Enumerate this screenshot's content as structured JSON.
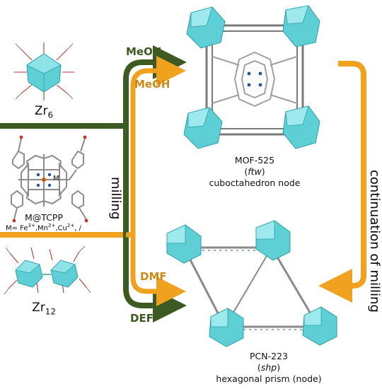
{
  "colors": {
    "green": "#3d5a22",
    "orange": "#f0a21e",
    "orange_text": "#c98a1a",
    "cluster": "#5fcfd6",
    "cluster_dark": "#2a9ea6",
    "linker": "#9a9a9a"
  },
  "left": {
    "zr6": {
      "base": "Zr",
      "sub": "6"
    },
    "tcpp_metal": "M",
    "tcpp_name": "M@TCPP",
    "metals": {
      "prefix": "M= Fe",
      "fe_sup": "3+",
      "mn": ",Mn",
      "mn_sup": "2+",
      "cu": ",Cu",
      "cu_sup": "2+",
      "tail": ", /"
    },
    "zr12": {
      "base": "Zr",
      "sub": "12"
    }
  },
  "arrows": {
    "meoh_green": "MeOH",
    "meoh_orange": "MeOH",
    "dmf": "DMF",
    "def": "DEF",
    "milling": "milling",
    "continuation": "continuation of milling"
  },
  "mof525": {
    "name": "MOF-525",
    "topology": "ftw",
    "node": "cuboctahedron node"
  },
  "pcn223": {
    "name": "PCN-223",
    "topology": "shp",
    "node": "hexagonal prism (node)"
  }
}
